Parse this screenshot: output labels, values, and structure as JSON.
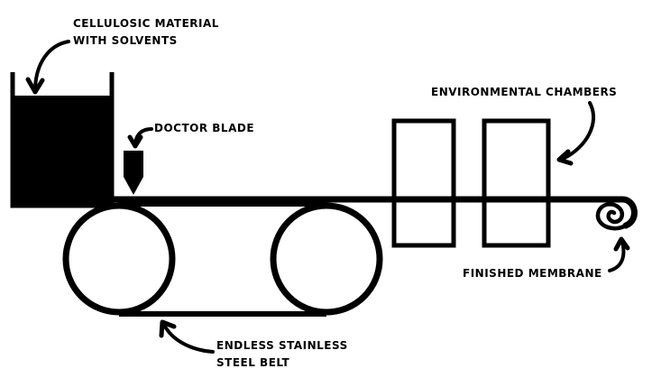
{
  "labels": {
    "cellulosic_line1": "CELLULOSIC MATERIAL",
    "cellulosic_line2": "WITH SOLVENTS",
    "doctor_blade": "DOCTOR BLADE",
    "environmental_chambers": "ENVIRONMENTAL CHAMBERS",
    "finished_membrane": "FINISHED MEMBRANE",
    "belt_line1": "ENDLESS STAINLESS",
    "belt_line2": "STEEL BELT"
  },
  "colors": {
    "ink": "#000000",
    "paper": "#ffffff"
  }
}
